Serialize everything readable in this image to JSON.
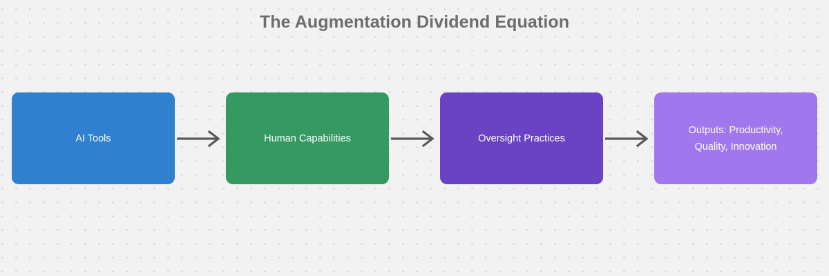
{
  "title": "The Augmentation Dividend Equation",
  "theme": {
    "background": "#f2f2f2",
    "dot_color": "#dcdcdc",
    "title_color": "#6d6d6d",
    "arrow_color": "#595959",
    "node_text_color": "#ffffff"
  },
  "flow": {
    "nodes": [
      {
        "id": "ai-tools",
        "label": "AI Tools",
        "color": "#3080d0"
      },
      {
        "id": "human-capabilities",
        "label": "Human Capabilities",
        "color": "#349a62"
      },
      {
        "id": "oversight-practices",
        "label": "Oversight Practices",
        "color": "#6a42c4"
      },
      {
        "id": "outputs",
        "label": "Outputs: Productivity,\nQuality, Innovation",
        "color": "#a077ec"
      }
    ],
    "connectors": [
      {
        "id": "arrow-1",
        "from": "ai-tools",
        "to": "human-capabilities",
        "kind": "arrow-right-icon"
      },
      {
        "id": "arrow-2",
        "from": "human-capabilities",
        "to": "oversight-practices",
        "kind": "arrow-right-icon"
      },
      {
        "id": "arrow-3",
        "from": "oversight-practices",
        "to": "outputs",
        "kind": "arrow-right-icon"
      }
    ]
  }
}
